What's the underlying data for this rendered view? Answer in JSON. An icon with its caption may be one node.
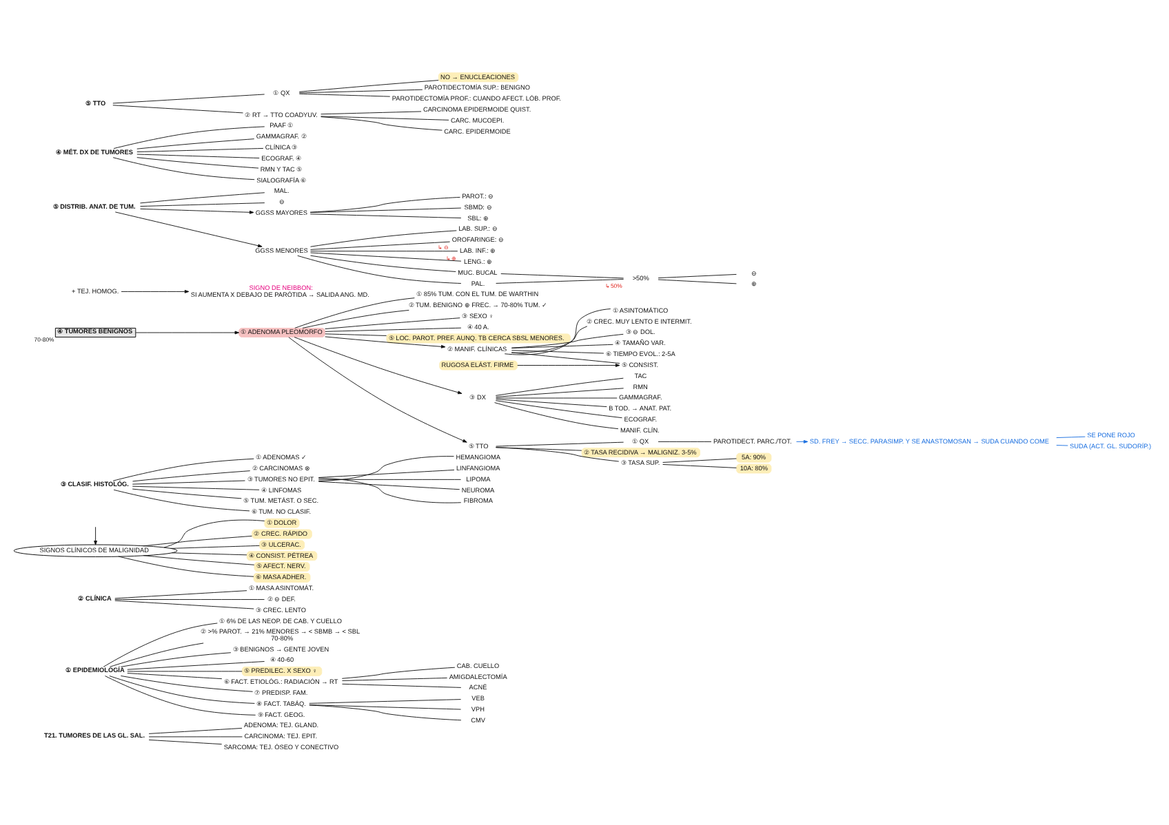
{
  "diagram": {
    "nodes": [
      {
        "text": [
          "T21. TUMORES DE LAS GL. SAL."
        ]
      },
      {
        "text": [
          "ADENOMA: TEJ. GLAND."
        ]
      },
      {
        "text": [
          "CARCINOMA: TEJ. EPIT."
        ]
      },
      {
        "text": [
          "SARCOMA: TEJ. ÓSEO Y CONECTIVO"
        ]
      },
      {
        "text": [
          "① EPIDEMIOLOGÍA"
        ]
      },
      {
        "text": [
          "① 6% DE LAS NEOP. DE CAB. Y CUELLO"
        ]
      },
      {
        "text": [
          "② >% PAROT. → 21% MENORES → < SBMB → < SBL",
          "70-80%"
        ]
      },
      {
        "text": [
          "③ BENIGNOS → GENTE JOVEN"
        ]
      },
      {
        "text": [
          "④ 40-60"
        ]
      },
      {
        "text": [
          "⑤ PREDILEC. X SEXO ♀"
        ]
      },
      {
        "text": [
          "⑥ FACT. ETIOLÓG.: RADIACIÓN → RT"
        ]
      },
      {
        "text": [
          "CAB. CUELLO"
        ]
      },
      {
        "text": [
          "AMIGDALECTOMÍA"
        ]
      },
      {
        "text": [
          "ACNÉ"
        ]
      },
      {
        "text": [
          "⑦ PREDISP. FAM."
        ]
      },
      {
        "text": [
          "⑧ FACT. TABÁQ."
        ]
      },
      {
        "text": [
          "VEB"
        ]
      },
      {
        "text": [
          "VPH"
        ]
      },
      {
        "text": [
          "CMV"
        ]
      },
      {
        "text": [
          "⑨ FACT. GEOG."
        ]
      },
      {
        "text": [
          "② CLÍNICA"
        ]
      },
      {
        "text": [
          "① MASA ASINTOMÁT."
        ]
      },
      {
        "text": [
          "② ⊖ DEF."
        ]
      },
      {
        "text": [
          "③ CREC. LENTO"
        ]
      },
      {
        "text": [
          "SIGNOS CLÍNICOS DE MALIGNIDAD"
        ]
      },
      {
        "text": [
          "① DOLOR"
        ]
      },
      {
        "text": [
          "② CREC. RÁPIDO"
        ]
      },
      {
        "text": [
          "③ ULCERAC."
        ]
      },
      {
        "text": [
          "④ CONSIST. PÉTREA"
        ]
      },
      {
        "text": [
          "⑤ AFECT. NERV."
        ]
      },
      {
        "text": [
          "⑥ MASA ADHER."
        ]
      },
      {
        "text": [
          "③ CLASIF. HISTOLÓG."
        ]
      },
      {
        "text": [
          "① ADENOMAS ✓"
        ]
      },
      {
        "text": [
          "② CARCINOMAS ⊗"
        ]
      },
      {
        "text": [
          "③ TUMORES NO EPIT."
        ]
      },
      {
        "text": [
          "HEMANGIOMA"
        ]
      },
      {
        "text": [
          "LINFANGIOMA"
        ]
      },
      {
        "text": [
          "LIPOMA"
        ]
      },
      {
        "text": [
          "NEUROMA"
        ]
      },
      {
        "text": [
          "FIBROMA"
        ]
      },
      {
        "text": [
          "④ LINFOMAS"
        ]
      },
      {
        "text": [
          "⑤ TUM. METÁST. O SEC."
        ]
      },
      {
        "text": [
          "⑥ TUM. NO CLASIF."
        ]
      },
      {
        "text": [
          "④ TUMORES BENIGNOS"
        ],
        "beside": [
          "70-80%"
        ]
      },
      {
        "text": [
          "① ADENOMA PLEOMORFO"
        ]
      },
      {
        "text": [
          "① 85% TUM. CON EL TUM. DE WARTHIN"
        ]
      },
      {
        "text": [
          "② TUM. BENIGNO ⊕ FREC. → 70-80% TUM. ✓"
        ]
      },
      {
        "text": [
          "③ SEXO ♀"
        ]
      },
      {
        "text": [
          "④ 40 A."
        ]
      },
      {
        "text": [
          "⑤ LOC. PAROT. PREF. AUNQ. TB CERCA SBSL MENORES."
        ]
      },
      {
        "text": [
          "② MANIF. CLÍNICAS"
        ]
      },
      {
        "text": [
          "① ASINTOMÁTICO"
        ]
      },
      {
        "text": [
          "② CREC. MUY LENTO E INTERMIT."
        ]
      },
      {
        "text": [
          "③ ⊖ DOL."
        ]
      },
      {
        "text": [
          "④ TAMAÑO VAR."
        ]
      },
      {
        "text": [
          "⑤ CONSIST."
        ]
      },
      {
        "text": [
          "RUGOSA ELÁST. FIRME"
        ]
      },
      {
        "text": [
          "+ TEJ. HOMOG."
        ]
      },
      {
        "text": [
          "SIGNO DE NEIBBON:",
          "SI AUMENTA X DEBAJO DE PARÓTIDA → SALIDA ANG. MD."
        ]
      },
      {
        "text": [
          "⑥ TIEMPO EVOL.: 2-5A"
        ]
      },
      {
        "text": [
          "③ DX"
        ]
      },
      {
        "text": [
          "TAC"
        ]
      },
      {
        "text": [
          "RMN"
        ]
      },
      {
        "text": [
          "GAMMAGRAF."
        ]
      },
      {
        "text": [
          "B TOD. → ANAT. PAT."
        ]
      },
      {
        "text": [
          "ECOGRAF."
        ]
      },
      {
        "text": [
          "MANIF. CLÍN."
        ]
      },
      {
        "text": [
          "⑤ TTO"
        ]
      },
      {
        "text": [
          "① QX"
        ]
      },
      {
        "text": [
          "② TASA RECIDIVA → MALIGNIZ. 3-5%"
        ]
      },
      {
        "text": [
          "③ TASA SUP."
        ]
      },
      {
        "text": [
          "5A: 90%"
        ]
      },
      {
        "text": [
          "10A: 80%"
        ]
      },
      {
        "text": [
          "PAROTIDECT. PARC./TOT."
        ]
      },
      {
        "text": [
          "SD. FREY → SECC. PARASIMP. Y SE ANASTOMOSAN → SUDA CUANDO COME"
        ]
      },
      {
        "text": [
          "SE PONE ROJO"
        ]
      },
      {
        "text": [
          "SUDA (ACT. GL. SUDORÍP.)"
        ]
      },
      {
        "text": [
          "⑤ DISTRIB. ANAT. DE TUM."
        ]
      },
      {
        "text": [
          "MAL."
        ]
      },
      {
        "text": [
          "⊖"
        ]
      },
      {
        "text": [
          "GGSS MAYORES"
        ]
      },
      {
        "text": [
          "PAROT.: ⊖"
        ]
      },
      {
        "text": [
          "SBMD: ⊖"
        ]
      },
      {
        "text": [
          "SBL: ⊕"
        ]
      },
      {
        "text": [
          "GGSS MENORES"
        ]
      },
      {
        "text": [
          "LAB. SUP.: ⊖"
        ]
      },
      {
        "text": [
          "OROFARINGE: ⊖"
        ],
        "beside": [
          "↳ ⊖"
        ]
      },
      {
        "text": [
          "LAB. INF.: ⊕"
        ],
        "beside": [
          "↳ ⊕"
        ]
      },
      {
        "text": [
          "LENG.: ⊕"
        ]
      },
      {
        "text": [
          "MUC. BUCAL"
        ]
      },
      {
        "text": [
          "PAL."
        ]
      },
      {
        "text": [
          ">50%"
        ],
        "beside": [
          "↳ 50%"
        ]
      },
      {
        "text": [
          "⊖"
        ]
      },
      {
        "text": [
          "⊕"
        ]
      },
      {
        "text": [
          "④ MÉT. DX DE TUMORES"
        ]
      },
      {
        "text": [
          "PAAF ①"
        ]
      },
      {
        "text": [
          "GAMMAGRAF. ②"
        ]
      },
      {
        "text": [
          "CLÍNICA ③"
        ]
      },
      {
        "text": [
          "ECOGRAF. ④"
        ]
      },
      {
        "text": [
          "RMN Y TAC ⑤"
        ]
      },
      {
        "text": [
          "SIALOGRAFÍA ⑥"
        ]
      },
      {
        "text": [
          "⑤ TTO"
        ]
      },
      {
        "text": [
          "① QX"
        ]
      },
      {
        "text": [
          "NO → ENUCLEACIONES"
        ]
      },
      {
        "text": [
          "PAROTIDECTOMÍA SUP.: BENIGNO"
        ]
      },
      {
        "text": [
          "PAROTIDECTOMÍA PROF.: CUANDO AFECT. LÓB. PROF."
        ]
      },
      {
        "text": [
          "② RT → TTO COADYUV."
        ]
      },
      {
        "text": [
          "CARCINOMA EPIDERMOIDE QUIST."
        ]
      },
      {
        "text": [
          "CARC. MUCOEPI."
        ]
      },
      {
        "text": [
          "CARC. EPIDERMOIDE"
        ]
      }
    ],
    "edges": [
      {
        "from": 0,
        "to": 1,
        "arrow": "none"
      },
      {
        "from": 0,
        "to": 2,
        "arrow": "none"
      },
      {
        "from": 0,
        "to": 3,
        "arrow": "none"
      },
      {
        "from": 4,
        "to": 5,
        "arrow": "none"
      },
      {
        "from": 4,
        "to": 6,
        "arrow": "none"
      },
      {
        "from": 4,
        "to": 7,
        "arrow": "none"
      },
      {
        "from": 4,
        "to": 8,
        "arrow": "none"
      },
      {
        "from": 4,
        "to": 9,
        "arrow": "none"
      },
      {
        "from": 4,
        "to": 10,
        "arrow": "none"
      },
      {
        "from": 10,
        "to": 11,
        "arrow": "none"
      },
      {
        "from": 10,
        "to": 12,
        "arrow": "none"
      },
      {
        "from": 10,
        "to": 13,
        "arrow": "none"
      },
      {
        "from": 4,
        "to": 14,
        "arrow": "none"
      },
      {
        "from": 4,
        "to": 15,
        "arrow": "none"
      },
      {
        "from": 15,
        "to": 16,
        "arrow": "none"
      },
      {
        "from": 15,
        "to": 17,
        "arrow": "none"
      },
      {
        "from": 15,
        "to": 18,
        "arrow": "none"
      },
      {
        "from": 4,
        "to": 19,
        "arrow": "none"
      },
      {
        "from": 20,
        "to": 21,
        "arrow": "none"
      },
      {
        "from": 20,
        "to": 22,
        "arrow": "none"
      },
      {
        "from": 20,
        "to": 23,
        "arrow": "none"
      },
      {
        "from": null,
        "to": 24,
        "arrow": "to"
      },
      {
        "from": 24,
        "to": 25,
        "arrow": "none"
      },
      {
        "from": 24,
        "to": 26,
        "arrow": "none"
      },
      {
        "from": 24,
        "to": 27,
        "arrow": "none"
      },
      {
        "from": 24,
        "to": 28,
        "arrow": "none"
      },
      {
        "from": 24,
        "to": 29,
        "arrow": "none"
      },
      {
        "from": 24,
        "to": 30,
        "arrow": "none"
      },
      {
        "from": 31,
        "to": 32,
        "arrow": "none"
      },
      {
        "from": 31,
        "to": 33,
        "arrow": "none"
      },
      {
        "from": 31,
        "to": 34,
        "arrow": "none"
      },
      {
        "from": 34,
        "to": 35,
        "arrow": "none"
      },
      {
        "from": 34,
        "to": 36,
        "arrow": "none"
      },
      {
        "from": 34,
        "to": 37,
        "arrow": "none"
      },
      {
        "from": 34,
        "to": 38,
        "arrow": "none"
      },
      {
        "from": 34,
        "to": 39,
        "arrow": "none"
      },
      {
        "from": 31,
        "to": 40,
        "arrow": "none"
      },
      {
        "from": 31,
        "to": 41,
        "arrow": "none"
      },
      {
        "from": 31,
        "to": 42,
        "arrow": "none"
      },
      {
        "from": 43,
        "to": 44,
        "arrow": "to"
      },
      {
        "from": 44,
        "to": 45,
        "arrow": "none"
      },
      {
        "from": 44,
        "to": 46,
        "arrow": "none"
      },
      {
        "from": 44,
        "to": 47,
        "arrow": "none"
      },
      {
        "from": 44,
        "to": 48,
        "arrow": "none"
      },
      {
        "from": 44,
        "to": 49,
        "arrow": "none"
      },
      {
        "from": 44,
        "to": 50,
        "arrow": "to"
      },
      {
        "from": 50,
        "to": 51,
        "arrow": "none"
      },
      {
        "from": 50,
        "to": 52,
        "arrow": "none"
      },
      {
        "from": 50,
        "to": 53,
        "arrow": "none"
      },
      {
        "from": 50,
        "to": 54,
        "arrow": "none"
      },
      {
        "from": 50,
        "to": 55,
        "arrow": "none"
      },
      {
        "from": 56,
        "to": 55,
        "arrow": "to"
      },
      {
        "from": 57,
        "to": 58,
        "arrow": "to"
      },
      {
        "from": 50,
        "to": 59,
        "arrow": "none"
      },
      {
        "from": 44,
        "to": 60,
        "arrow": "to"
      },
      {
        "from": 60,
        "to": 61,
        "arrow": "none"
      },
      {
        "from": 60,
        "to": 62,
        "arrow": "none"
      },
      {
        "from": 60,
        "to": 63,
        "arrow": "none"
      },
      {
        "from": 60,
        "to": 64,
        "arrow": "none"
      },
      {
        "from": 60,
        "to": 65,
        "arrow": "none"
      },
      {
        "from": 60,
        "to": 66,
        "arrow": "none"
      },
      {
        "from": 44,
        "to": 67,
        "arrow": "to"
      },
      {
        "from": 67,
        "to": 68,
        "arrow": "none"
      },
      {
        "from": 67,
        "to": 69,
        "arrow": "none"
      },
      {
        "from": 67,
        "to": 70,
        "arrow": "none"
      },
      {
        "from": 70,
        "to": 71,
        "arrow": "none"
      },
      {
        "from": 70,
        "to": 72,
        "arrow": "none"
      },
      {
        "from": 68,
        "to": 73,
        "arrow": "none"
      },
      {
        "from": 73,
        "to": 74,
        "arrow": "to",
        "color": "#1a6fe0"
      },
      {
        "from": 74,
        "to": 75,
        "arrow": "none",
        "color": "#1a6fe0"
      },
      {
        "from": 74,
        "to": 76,
        "arrow": "none",
        "color": "#1a6fe0"
      },
      {
        "from": 77,
        "to": 78,
        "arrow": "none"
      },
      {
        "from": 77,
        "to": 79,
        "arrow": "none"
      },
      {
        "from": 77,
        "to": 80,
        "arrow": "to"
      },
      {
        "from": 80,
        "to": 81,
        "arrow": "none"
      },
      {
        "from": 80,
        "to": 82,
        "arrow": "none"
      },
      {
        "from": 80,
        "to": 83,
        "arrow": "none"
      },
      {
        "from": 77,
        "to": 84,
        "arrow": "to"
      },
      {
        "from": 84,
        "to": 85,
        "arrow": "none"
      },
      {
        "from": 84,
        "to": 86,
        "arrow": "none"
      },
      {
        "from": 84,
        "to": 87,
        "arrow": "none"
      },
      {
        "from": 84,
        "to": 88,
        "arrow": "none"
      },
      {
        "from": 84,
        "to": 89,
        "arrow": "none"
      },
      {
        "from": 84,
        "to": 90,
        "arrow": "none"
      },
      {
        "from": 89,
        "to": 91,
        "arrow": "none"
      },
      {
        "from": 90,
        "to": 91,
        "arrow": "none"
      },
      {
        "from": 91,
        "to": 92,
        "arrow": "none"
      },
      {
        "from": 91,
        "to": 93,
        "arrow": "none"
      },
      {
        "from": 94,
        "to": 95,
        "arrow": "none"
      },
      {
        "from": 94,
        "to": 96,
        "arrow": "none"
      },
      {
        "from": 94,
        "to": 97,
        "arrow": "none"
      },
      {
        "from": 94,
        "to": 98,
        "arrow": "none"
      },
      {
        "from": 94,
        "to": 99,
        "arrow": "none"
      },
      {
        "from": 94,
        "to": 100,
        "arrow": "none"
      },
      {
        "from": 101,
        "to": 102,
        "arrow": "none"
      },
      {
        "from": 102,
        "to": 103,
        "arrow": "none"
      },
      {
        "from": 102,
        "to": 104,
        "arrow": "none"
      },
      {
        "from": 102,
        "to": 105,
        "arrow": "none"
      },
      {
        "from": 101,
        "to": 106,
        "arrow": "none"
      },
      {
        "from": 106,
        "to": 107,
        "arrow": "none"
      },
      {
        "from": 106,
        "to": 108,
        "arrow": "none"
      },
      {
        "from": 106,
        "to": 109,
        "arrow": "none"
      }
    ]
  }
}
